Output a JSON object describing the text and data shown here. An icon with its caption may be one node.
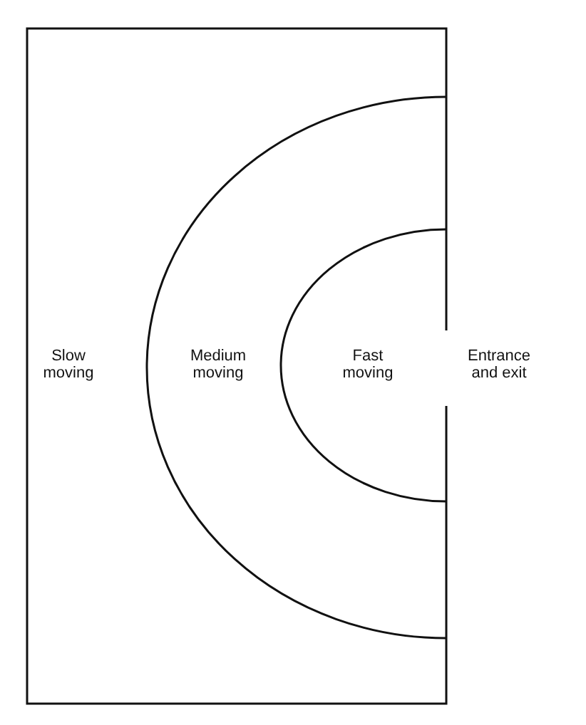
{
  "diagram": {
    "nodes": [
      {
        "text": [
          "Slow moving"
        ]
      },
      {
        "text": [
          "Medium moving"
        ],
        "in": 0
      },
      {
        "text": [
          "Fast moving"
        ],
        "in": 1
      }
    ],
    "labels": [
      "Entrance and exit"
    ]
  }
}
